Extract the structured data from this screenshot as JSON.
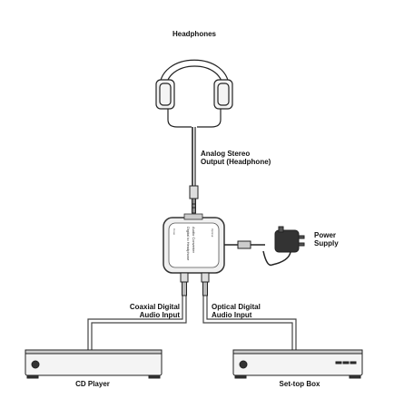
{
  "diagram": {
    "labels": {
      "headphones": "Headphones",
      "analog_output_line1": "Analog Stereo",
      "analog_output_line2": "Output (Headphone)",
      "power_supply_line1": "Power",
      "power_supply_line2": "Supply",
      "coaxial_line1": "Coaxial Digital",
      "coaxial_line2": "Audio Input",
      "optical_line1": "Optical Digital",
      "optical_line2": "Audio Input",
      "cd_player": "CD Player",
      "settop_box": "Set-top Box"
    },
    "converter": {
      "text_line1": "Digital to Headphone",
      "text_line2": "Audio Converter",
      "port_left": "Coax",
      "port_right": "Optical"
    }
  }
}
